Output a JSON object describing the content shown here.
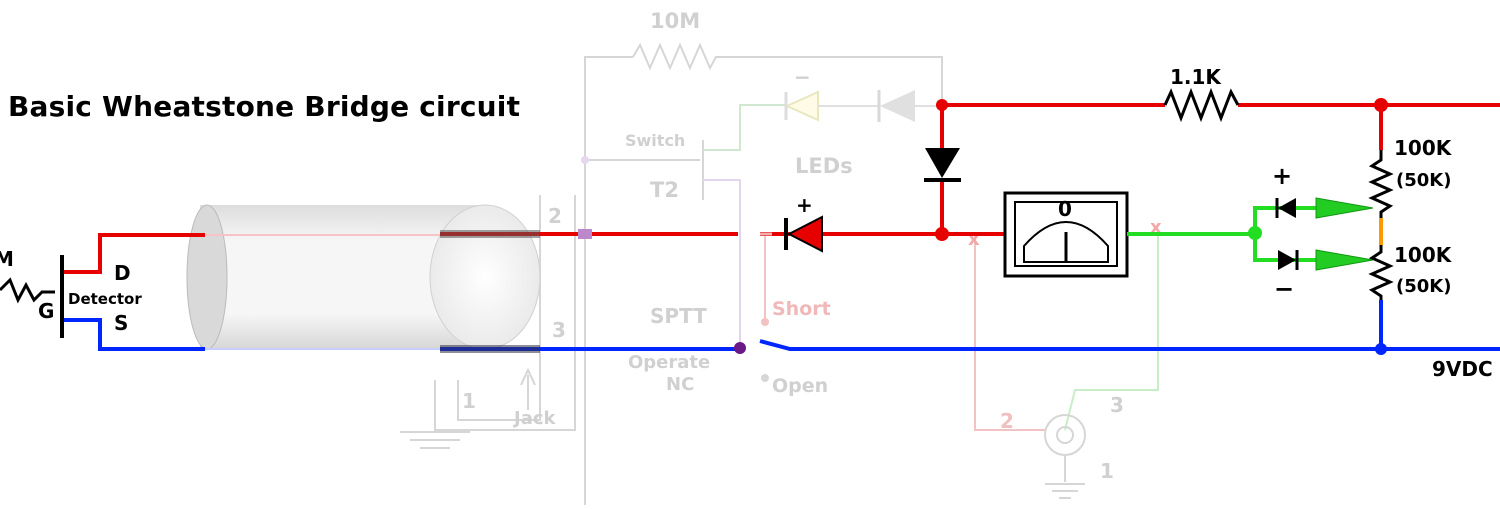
{
  "title": "Basic Wheatstone Bridge circuit",
  "colors": {
    "positive_wire": "#e60000",
    "negative_wire": "#0026ff",
    "meter_wire": "#22dd22",
    "trim_link": "#ff9900",
    "faded": "#cccccc"
  },
  "labels": {
    "resistor_10m": "10M",
    "resistor_1k1": "1.1K",
    "switch": "Switch",
    "leds": "LEDs",
    "transistor": "T2",
    "pot_top": "100K",
    "pot_top_alt": "(50K)",
    "pot_bottom": "100K",
    "pot_bottom_alt": "(50K)",
    "plus": "+",
    "minus": "−",
    "led_minus": "−",
    "diode_plus": "+",
    "meter_zero": "0",
    "fet_m": "M",
    "fet_d": "D",
    "fet_g": "G",
    "fet_s": "S",
    "detector": "Detector",
    "jack_pin_2": "2",
    "jack_pin_3": "3",
    "jack_pin_1": "1",
    "jack": "Jack",
    "sptt": "SPTT",
    "operate": "Operate",
    "nc": "NC",
    "short": "Short",
    "open": "Open",
    "cross_left": "x",
    "cross_right": "x",
    "meter_jack_2": "2",
    "meter_jack_3": "3",
    "meter_jack_1": "1",
    "supply": "9VDC"
  }
}
